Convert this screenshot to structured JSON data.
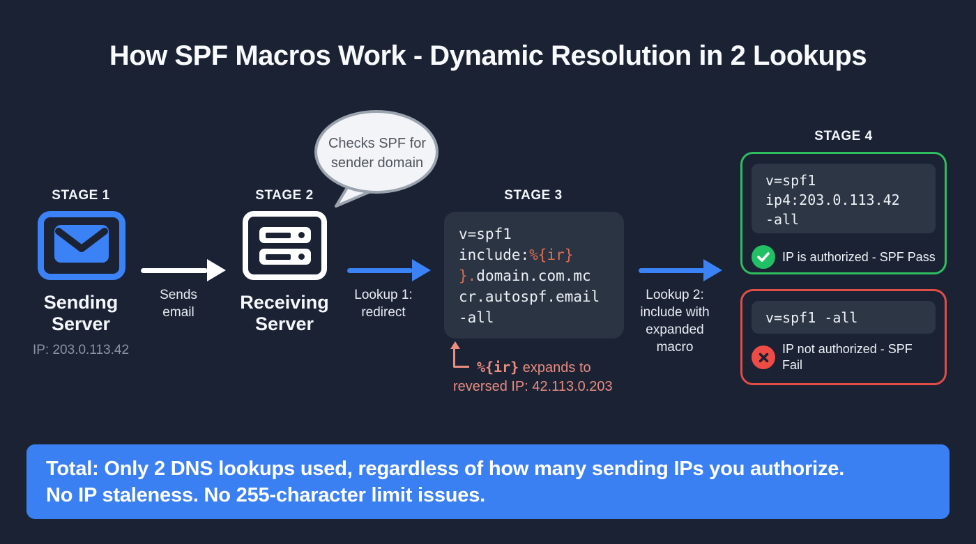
{
  "title": "How SPF Macros Work - Dynamic Resolution in 2 Lookups",
  "colors": {
    "background": "#1a2233",
    "accent_blue": "#3b82f6",
    "pass_green": "#2fbe5f",
    "fail_red": "#e24d47",
    "macro_orange": "#e06b52",
    "annotation_coral": "#ea8c80",
    "code_background": "#2a3443",
    "muted_gray": "#8b93a3",
    "banner_blue": "#3b80f2"
  },
  "stages": {
    "s1": {
      "label": "STAGE 1",
      "icon": "envelope-icon",
      "name_line1": "Sending",
      "name_line2": "Server",
      "ip": "IP: 203.0.113.42"
    },
    "s2": {
      "label": "STAGE 2",
      "icon": "server-icon",
      "name_line1": "Receiving",
      "name_line2": "Server"
    },
    "s3": {
      "label": "STAGE 3",
      "code_line1": "v=spf1",
      "code_line2_plain": "include:",
      "code_line2_macro": "%{ir}",
      "code_line3_macro": "}.",
      "code_line3_plain": "domain.com.mc",
      "code_line4": "cr.autospf.email",
      "code_line5": "-all",
      "annotation_macro": "%{ir}",
      "annotation_suffix": " expands to",
      "annotation_line2": "reversed IP: 42.113.0.203"
    },
    "s4": {
      "label": "STAGE 4",
      "pass": {
        "icon": "check-circle-icon",
        "code_line1": "v=spf1",
        "code_line2": "ip4:203.0.113.42",
        "code_line3": "-all",
        "result": "IP is authorized - SPF Pass"
      },
      "fail": {
        "icon": "x-circle-icon",
        "code": "v=spf1 -all",
        "result": "IP not authorized - SPF Fail"
      }
    }
  },
  "bubble": {
    "icon": "speech-bubble",
    "line1": "Checks SPF for",
    "line2": "sender domain"
  },
  "arrows": {
    "a1": {
      "icon": "right-arrow-white",
      "label_line1": "Sends",
      "label_line2": "email"
    },
    "a2": {
      "icon": "right-arrow-blue",
      "label_line1": "Lookup 1:",
      "label_line2": "redirect"
    },
    "a3": {
      "icon": "right-arrow-blue",
      "label_line1": "Lookup 2:",
      "label_line2": "include with",
      "label_line3": "expanded",
      "label_line4": "macro"
    }
  },
  "summary": {
    "line1": "Total: Only 2 DNS lookups used, regardless of how many sending IPs you authorize.",
    "line2": "No IP staleness. No 255-character limit issues."
  }
}
